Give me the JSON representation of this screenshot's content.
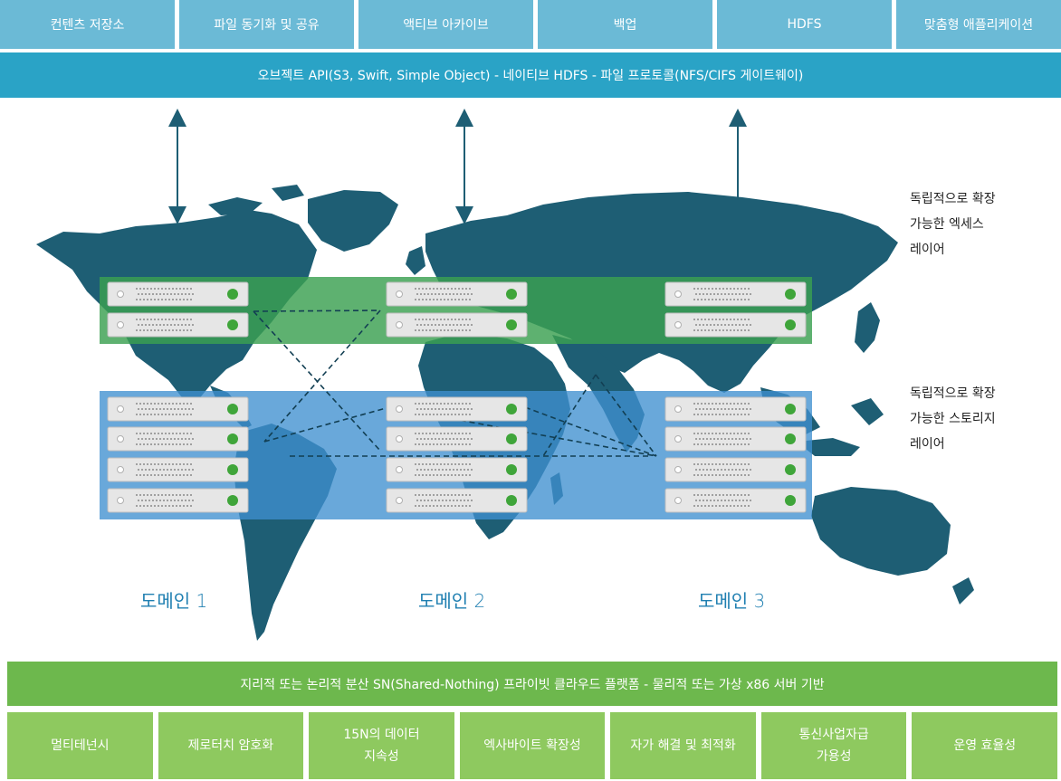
{
  "top_services": [
    "컨텐츠 저장소",
    "파일 동기화 및 공유",
    "액티브 아카이브",
    "백업",
    "HDFS",
    "맞춤형 애플리케이션"
  ],
  "api_bar": "오브젝트 API(S3, Swift, Simple Object) - 네이티브 HDFS - 파일 프로토콜(NFS/CIFS 게이트웨이)",
  "layers": {
    "access": "독립적으로 확장\n가능한 엑세스\n레이어",
    "storage": "독립적으로 확장\n가능한 스토리지\n레이어"
  },
  "domains": [
    "도메인 1",
    "도메인 2",
    "도메인 3"
  ],
  "platform": "지리적 또는 논리적 분산 SN(Shared-Nothing) 프라이빗 클라우드 플랫폼 - 물리적 또는 가상 x86 서버 기반",
  "features": [
    "멀티테넌시",
    "제로터치 암호화",
    "15N의 데이터\n지속성",
    "엑사바이트 확장성",
    "자가 해결 및 최적화",
    "통신사업자급\n가용성",
    "운영 효율성"
  ],
  "colors": {
    "top_box": "#6bbad6",
    "api_bar": "#2aa3c6",
    "map": "#1e5e74",
    "access_layer": "#3aa050",
    "storage_layer": "#3f8fcf",
    "platform": "#6db84d",
    "feature": "#8ec95f",
    "domain_text": "#1f7fb1"
  }
}
